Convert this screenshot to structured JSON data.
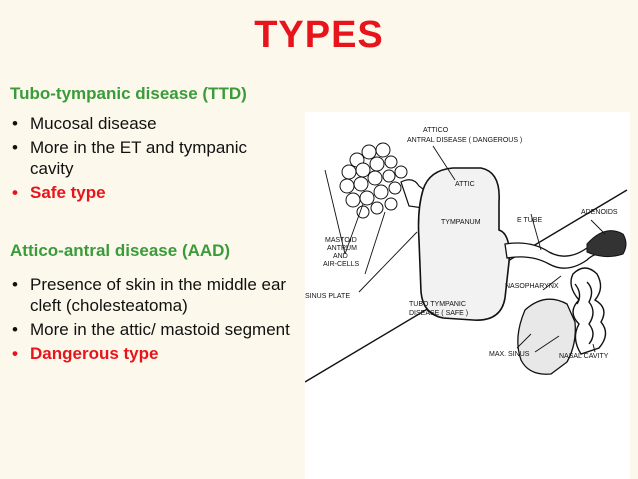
{
  "title": "TYPES",
  "ttd": {
    "heading": "Tubo-tympanic disease (TTD)",
    "items": [
      {
        "text": "Mucosal disease"
      },
      {
        "text": "More in the ET and tympanic cavity"
      },
      {
        "text": "Safe type"
      }
    ]
  },
  "aad": {
    "heading": "Attico-antral disease (AAD)",
    "items": [
      {
        "text": "Presence of skin in the middle ear cleft (cholesteatoma)"
      },
      {
        "text": "More in the attic/ mastoid segment"
      },
      {
        "text": "Dangerous type"
      }
    ]
  },
  "bullet": "•",
  "colors": {
    "title": "#e8141b",
    "heading": "#3a9b3a",
    "highlight": "#e8141b",
    "background": "#fdf8ec"
  },
  "diagram": {
    "label_attico_1": "ATTICO",
    "label_attico_2": "ANTRAL DISEASE ( DANGEROUS )",
    "label_attic": "ATTIC",
    "label_tympanum": "TYMPANUM",
    "label_etube": "E TUBE",
    "label_adenoids": "ADENOIDS",
    "label_mastoid_1": "MASTOID",
    "label_mastoid_2": "ANTRUM",
    "label_mastoid_3": "AND",
    "label_mastoid_4": "AIR-CELLS",
    "label_nasopharynx": "NASOPHARYNX",
    "label_sinus_plate": "SINUS PLATE",
    "label_ttd_1": "TUBO TYMPANIC",
    "label_ttd_2": "DISEASE ( SAFE )",
    "label_max_sinus": "MAX. SINUS",
    "label_nasal_cavity": "NASAL CAVITY"
  }
}
